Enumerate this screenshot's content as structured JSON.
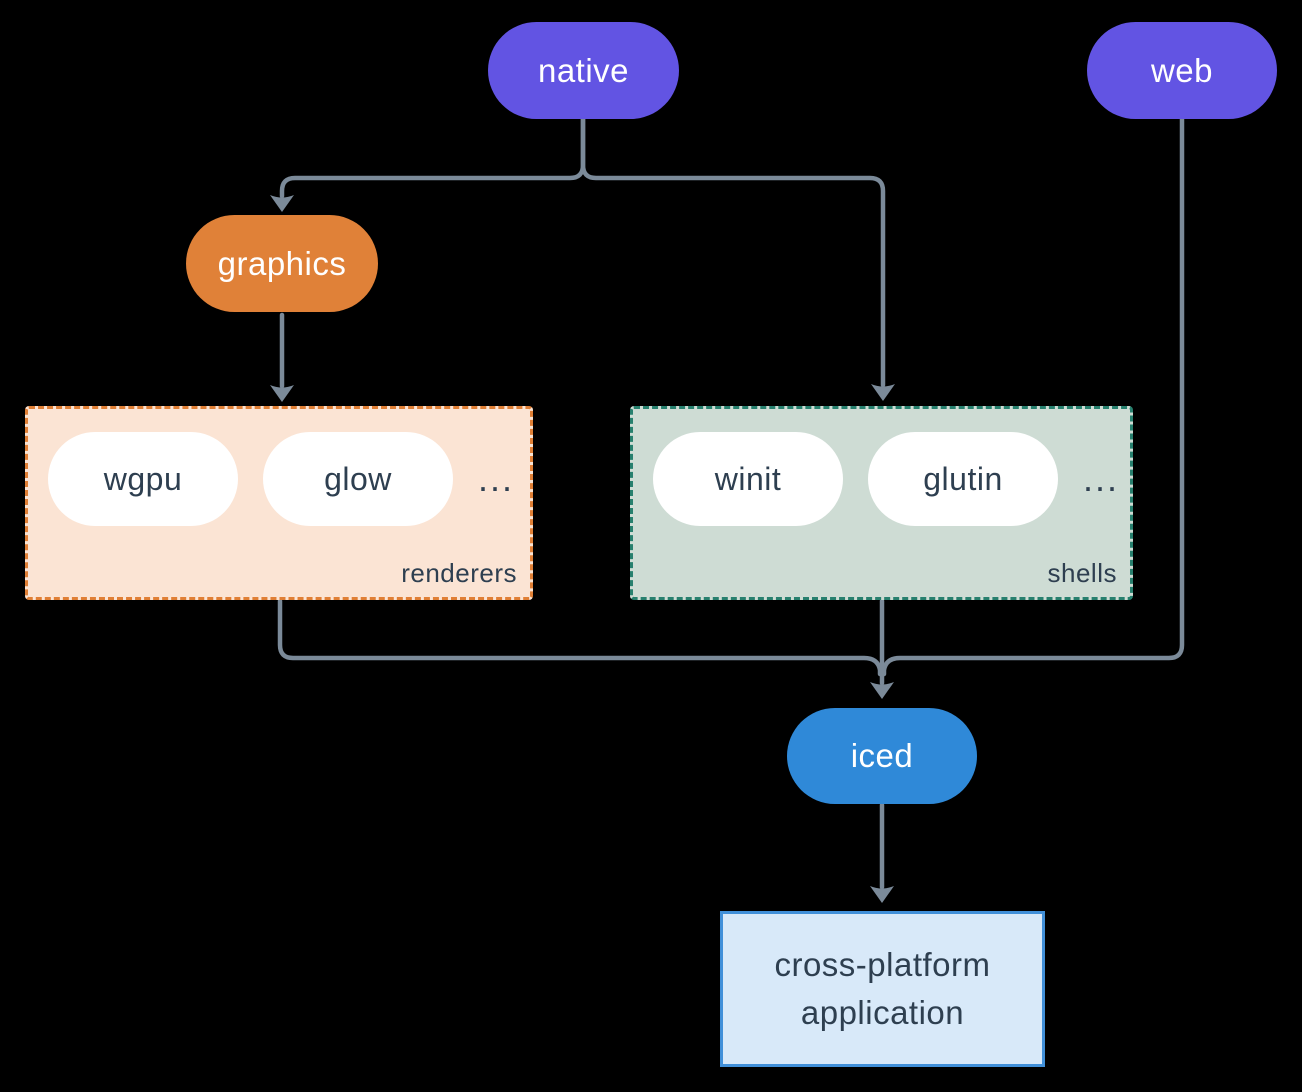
{
  "nodes": {
    "native": {
      "label": "native"
    },
    "web": {
      "label": "web"
    },
    "graphics": {
      "label": "graphics"
    },
    "iced": {
      "label": "iced"
    },
    "application": {
      "line1": "cross-platform",
      "line2": "application"
    }
  },
  "groups": {
    "renderers": {
      "label": "renderers",
      "pills": [
        "wgpu",
        "glow"
      ],
      "ellipsis": "..."
    },
    "shells": {
      "label": "shells",
      "pills": [
        "winit",
        "glutin"
      ],
      "ellipsis": "..."
    }
  },
  "colors": {
    "background": "#000000",
    "node_purple": "#6254e3",
    "node_orange": "#e08138",
    "node_blue": "#2f89d8",
    "white_pill_bg": "#ffffff",
    "renderers_group_bg": "#fbe4d4",
    "renderers_group_border": "#e07f35",
    "shells_group_bg": "#cedcd4",
    "shells_group_border": "#27806e",
    "application_box_bg": "#d8e9f9",
    "application_box_border": "#4190d9",
    "text_dark": "#2e3f50",
    "text_light": "#ffffff",
    "edge_line": "#7b8a99"
  }
}
